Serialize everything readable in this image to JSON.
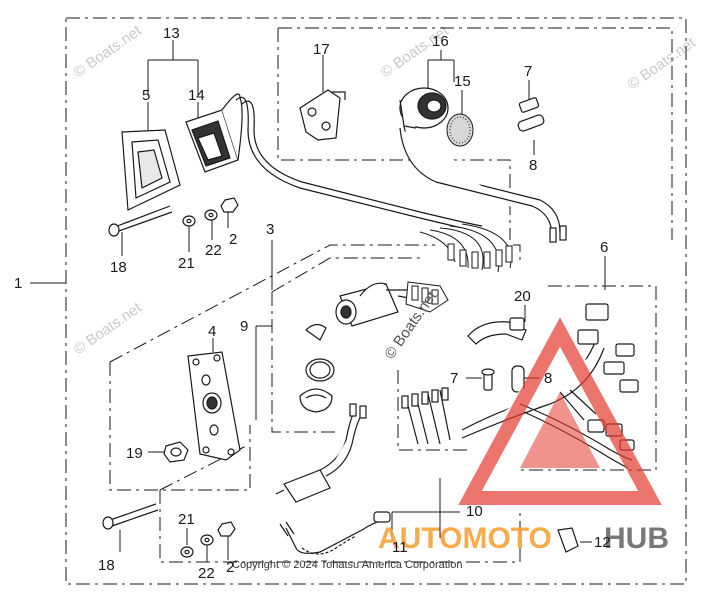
{
  "colors": {
    "line": "#1a1a1a",
    "watermark": "#c9c9c9",
    "brand_red": "#e23a2e",
    "brand_orange": "#f4a43a",
    "brand_gray": "#6a6a6a"
  },
  "callouts": {
    "c1": "1",
    "c2a": "2",
    "c2b": "2",
    "c3": "3",
    "c4": "4",
    "c5": "5",
    "c6": "6",
    "c7a": "7",
    "c7b": "7",
    "c8a": "8",
    "c8b": "8",
    "c9": "9",
    "c10": "10",
    "c11": "11",
    "c12": "12",
    "c13": "13",
    "c14": "14",
    "c15": "15",
    "c16": "16",
    "c17": "17",
    "c18a": "18",
    "c18b": "18",
    "c19": "19",
    "c20": "20",
    "c21a": "21",
    "c21b": "21",
    "c22a": "22",
    "c22b": "22"
  },
  "watermark": {
    "text": "© Boats.net",
    "center_text": "© Boats.net"
  },
  "brand": {
    "auto": "AUTOMOTO",
    "hub": "HUB"
  },
  "copyright": "Copyright © 2024 Tohatsu America Corporation"
}
